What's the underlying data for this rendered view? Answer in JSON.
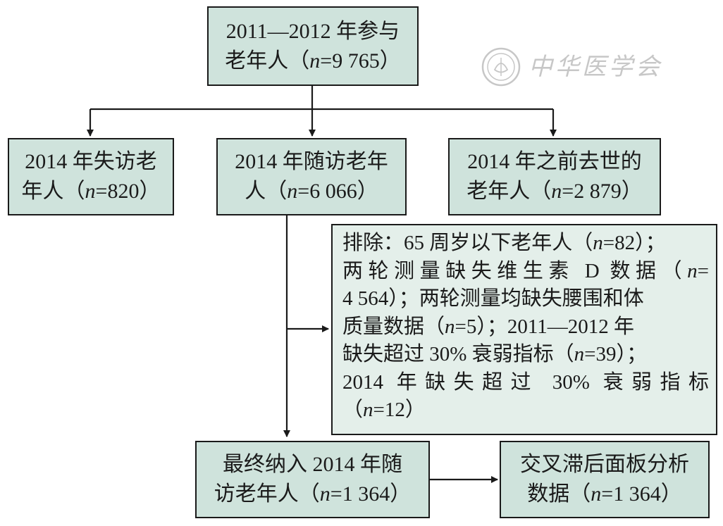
{
  "diagram": {
    "start": {
      "line1": "2011—2012 年参与",
      "line2_pre": "老年人（",
      "n_sym": "n",
      "line2_post": "=9 765）"
    },
    "lost": {
      "line1": "2014 年失访老",
      "line2_pre": "年人（",
      "n_sym": "n",
      "line2_post": "=820）"
    },
    "followed": {
      "line1": "2014 年随访老年",
      "line2_pre": "人（",
      "n_sym": "n",
      "line2_post": "=6 066）"
    },
    "died": {
      "line1": "2014 年之前去世的",
      "line2_pre": "老年人（",
      "n_sym": "n",
      "line2_post": "=2 879）"
    },
    "exclusion": {
      "l1_pre": "排除：65 周岁以下老年人（",
      "l1_n": "n",
      "l1_post": "=82）；",
      "l2_pre": "两轮测量缺失维生素 D 数据（",
      "l2_n": "n",
      "l2_post": "=",
      "l3": "4 564）；两轮测量均缺失腰围和体",
      "l4_pre": "质量数据（",
      "l4_n": "n",
      "l4_post": "=5）；2011—2012 年",
      "l5_pre": "缺失超过 30% 衰弱指标（",
      "l5_n": "n",
      "l5_post": "=39）；",
      "l6": "2014 年缺失超过 30% 衰弱指标",
      "l7_pre": "（",
      "l7_n": "n",
      "l7_post": "=12）"
    },
    "final": {
      "line1": "最终纳入 2014 年随",
      "line2_pre": "访老年人（",
      "n_sym": "n",
      "line2_post": "=1 364）"
    },
    "panel": {
      "line1": "交叉滞后面板分析",
      "line2_pre": "数据（",
      "n_sym": "n",
      "line2_post": "=1 364）"
    }
  },
  "watermark": {
    "text": "中华医学会",
    "logo": "society-seal-logo"
  }
}
